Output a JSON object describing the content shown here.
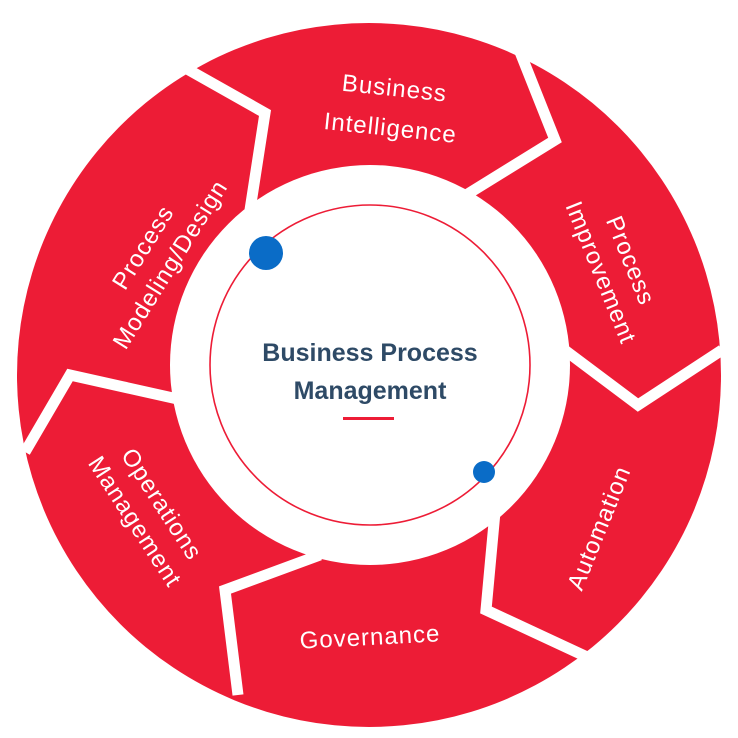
{
  "diagram": {
    "title_line1": "Business Process",
    "title_line2": "Management",
    "segments": [
      {
        "id": "bi",
        "line1": "Business",
        "line2": "Intelligence"
      },
      {
        "id": "pi",
        "line1": "Process",
        "line2": "Improvement"
      },
      {
        "id": "au",
        "line1": "Automation",
        "line2": ""
      },
      {
        "id": "gov",
        "line1": "Governance",
        "line2": ""
      },
      {
        "id": "om",
        "line1": "Operations",
        "line2": "Management"
      },
      {
        "id": "pmd",
        "line1": "Process",
        "line2": "Modeling/Design"
      }
    ]
  },
  "colors": {
    "segment_red": "#ED1C36",
    "label_white": "#FFFFFF",
    "title_navy": "#2E4A66",
    "accent_blue": "#0A6CC7",
    "background": "#FFFFFF"
  }
}
